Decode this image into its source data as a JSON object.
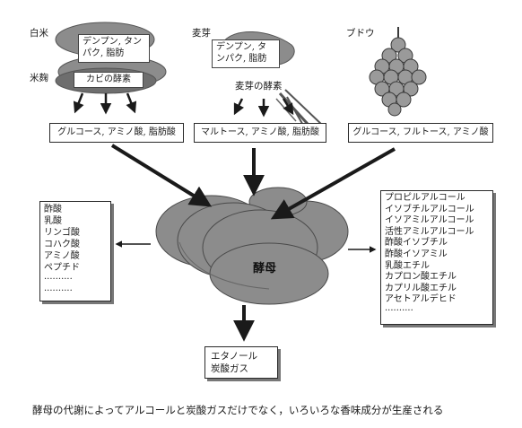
{
  "labels": {
    "white_rice": "白米",
    "rice_koji": "米麹",
    "malt": "麦芽",
    "grape": "ブドウ",
    "yeast": "酵母"
  },
  "nutrient_boxes": {
    "rice": "デンプン, タンパク, 脂肪",
    "malt": "デンプン, タンパク, 脂肪"
  },
  "enzyme_boxes": {
    "koji": "カビの酵素",
    "malt": "麦芽の酵素"
  },
  "sugar_boxes": {
    "rice": "グルコース, アミノ酸, 脂肪酸",
    "malt": "マルトース, アミノ酸, 脂肪酸",
    "grape": "グルコース, フルトース, アミノ酸"
  },
  "acids_list": [
    "酢酸",
    "乳酸",
    "リンゴ酸",
    "コハク酸",
    "アミノ酸",
    "ペプチド",
    "··········",
    "··········"
  ],
  "aroma_list": [
    "プロピルアルコール",
    "イソブチルアルコール",
    "イソアミルアルコール",
    "活性アミルアルコール",
    "酢酸イソブチル",
    "酢酸イソアミル",
    "乳酸エチル",
    "カプロン酸エチル",
    "カプリル酸エチル",
    "アセトアルデヒド",
    "··········"
  ],
  "products": [
    "エタノール",
    "炭酸ガス"
  ],
  "caption": "酵母の代謝によってアルコールと炭酸ガスだけでなく，いろいろな香味成分が生産される",
  "colors": {
    "ink": "#1a1a1a",
    "shape_fill": "#8c8c8c",
    "shape_dark": "#5f5f5f",
    "grape_fill": "#9a9a9a"
  }
}
